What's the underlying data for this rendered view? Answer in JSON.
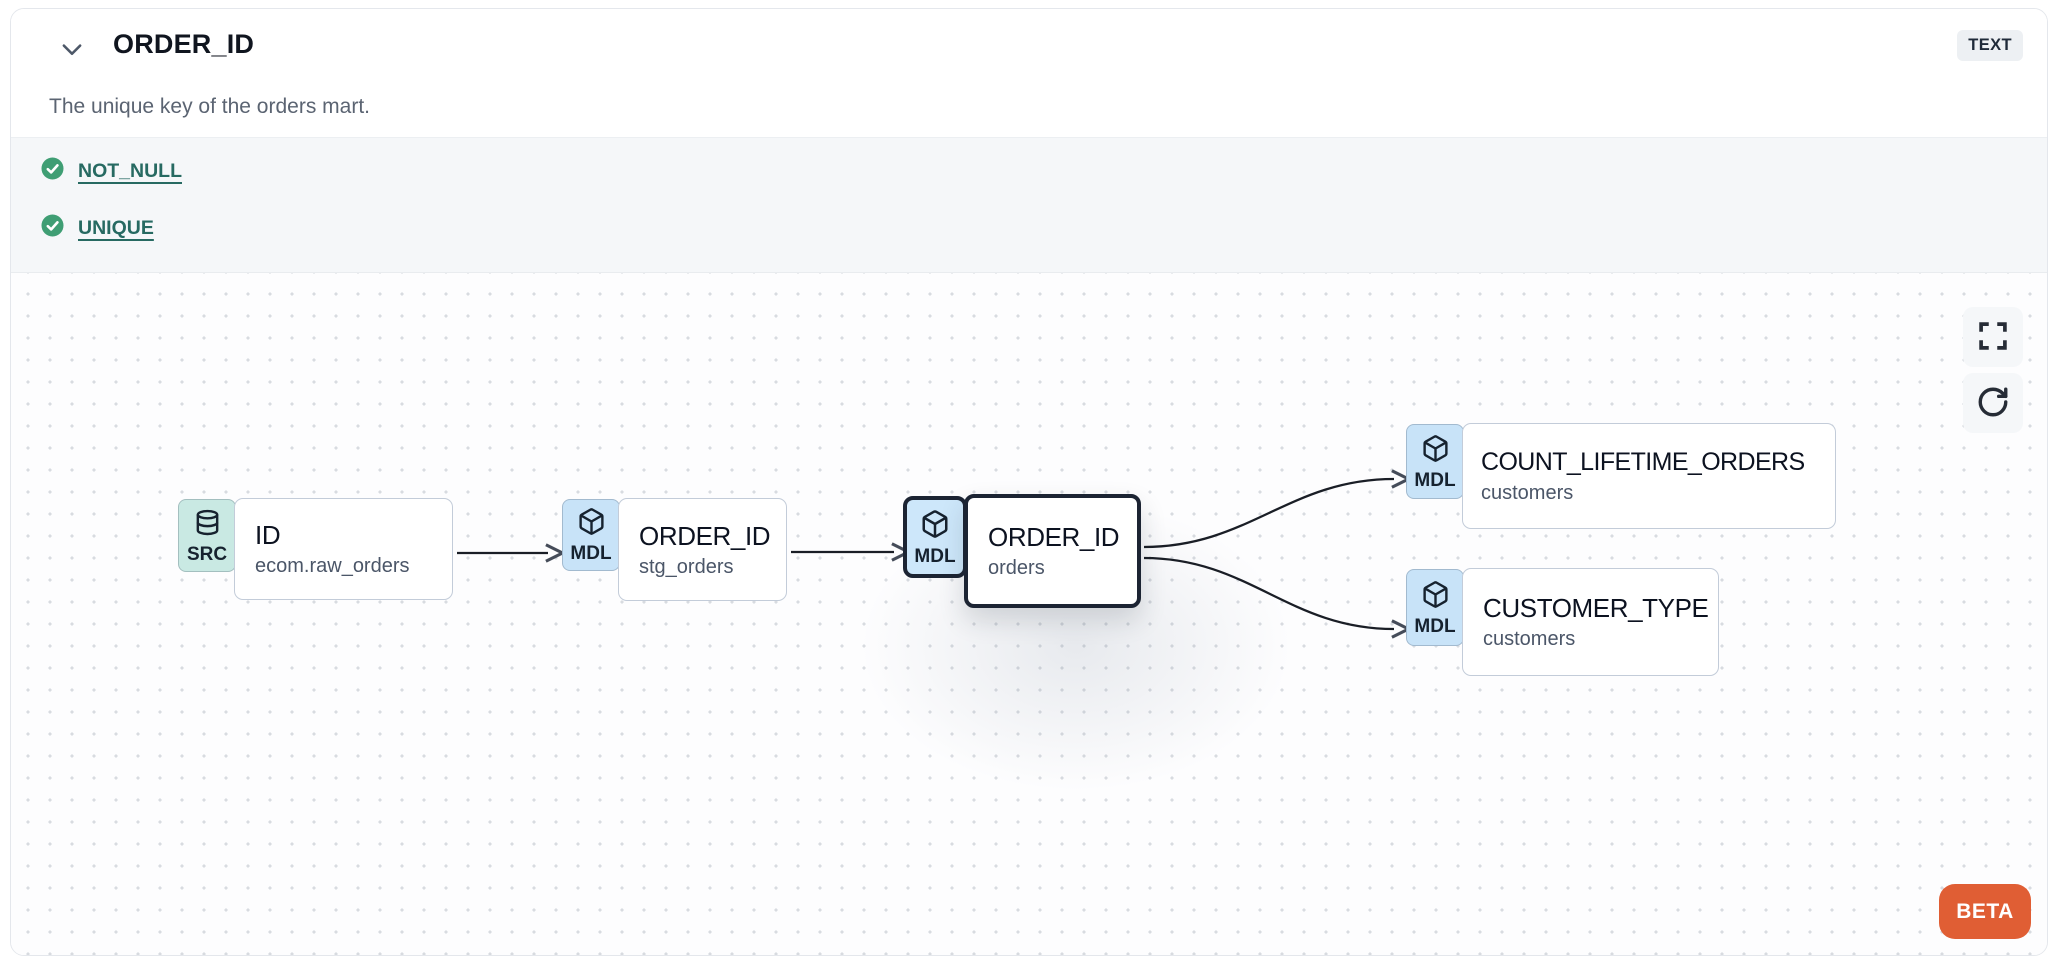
{
  "header": {
    "title": "ORDER_ID",
    "type_badge": "TEXT",
    "description": "The unique key of the orders mart."
  },
  "tests": {
    "items": [
      {
        "label": "NOT_NULL",
        "status": "passed"
      },
      {
        "label": "UNIQUE",
        "status": "passed"
      }
    ]
  },
  "lineage": {
    "beta_label": "BETA",
    "nodes": [
      {
        "type": "source",
        "badge": "SRC",
        "icon": "database-icon",
        "title": "ID",
        "subtitle": "ecom.raw_orders",
        "selected": false
      },
      {
        "type": "model",
        "badge": "MDL",
        "icon": "box-icon",
        "title": "ORDER_ID",
        "subtitle": "stg_orders",
        "selected": false
      },
      {
        "type": "model",
        "badge": "MDL",
        "icon": "box-icon",
        "title": "ORDER_ID",
        "subtitle": "orders",
        "selected": true
      },
      {
        "type": "model",
        "badge": "MDL",
        "icon": "box-icon",
        "title": "COUNT_LIFETIME_ORDERS",
        "subtitle": "customers",
        "selected": false
      },
      {
        "type": "model",
        "badge": "MDL",
        "icon": "box-icon",
        "title": "CUSTOMER_TYPE",
        "subtitle": "customers",
        "selected": false
      }
    ],
    "edges": [
      {
        "from": "ID (ecom.raw_orders)",
        "to": "ORDER_ID (stg_orders)"
      },
      {
        "from": "ORDER_ID (stg_orders)",
        "to": "ORDER_ID (orders)"
      },
      {
        "from": "ORDER_ID (orders)",
        "to": "COUNT_LIFETIME_ORDERS (customers)"
      },
      {
        "from": "ORDER_ID (orders)",
        "to": "CUSTOMER_TYPE (customers)"
      }
    ],
    "colors": {
      "source_badge_bg": "#c9e9e3",
      "model_badge_bg": "#c8e3f8",
      "selected_border": "#1c2433",
      "edge": "#1a1e26",
      "beta_bg": "#e05e34",
      "test_pass_green": "#3f9e74",
      "test_link": "#276a62"
    }
  }
}
